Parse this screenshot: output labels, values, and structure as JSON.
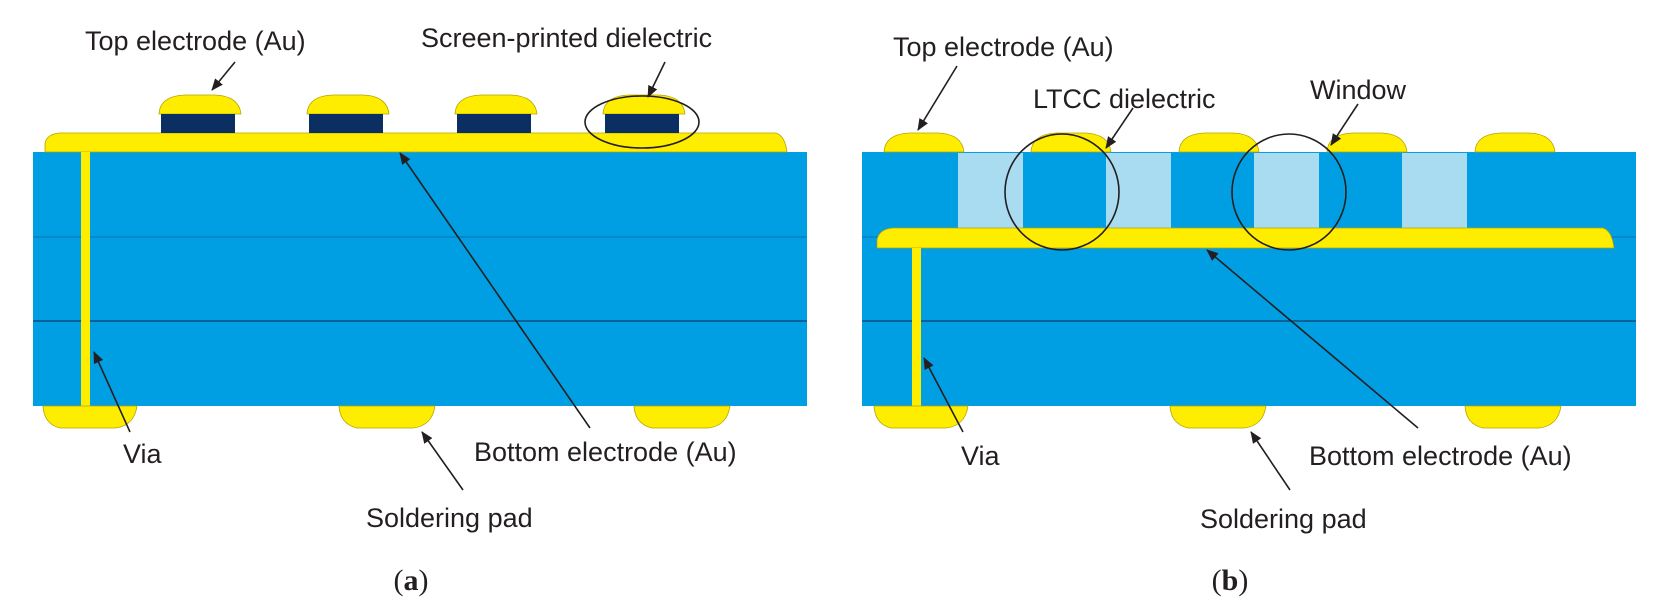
{
  "colors": {
    "substrate": "#009fe3",
    "substrate_line": "#0b6fb0",
    "gold": "#ffed00",
    "gold_edge": "#b5a400",
    "screen_printed_dielectric": "#0b2f63",
    "ltcc_window": "#a9dcf1",
    "text": "#231f20"
  },
  "panel_a": {
    "labels": {
      "top_electrode": "Top electrode (Au)",
      "dielectric": "Screen-printed dielectric",
      "bottom_electrode": "Bottom electrode (Au)",
      "via": "Via",
      "soldering_pad": "Soldering pad"
    },
    "caption": {
      "open": "(",
      "letter": "a",
      "close": ")"
    }
  },
  "panel_b": {
    "labels": {
      "top_electrode": "Top electrode (Au)",
      "dielectric": "LTCC dielectric",
      "window": "Window",
      "bottom_electrode": "Bottom electrode (Au)",
      "via": "Via",
      "soldering_pad": "Soldering pad"
    },
    "caption": {
      "open": "(",
      "letter": "b",
      "close": ")"
    }
  }
}
